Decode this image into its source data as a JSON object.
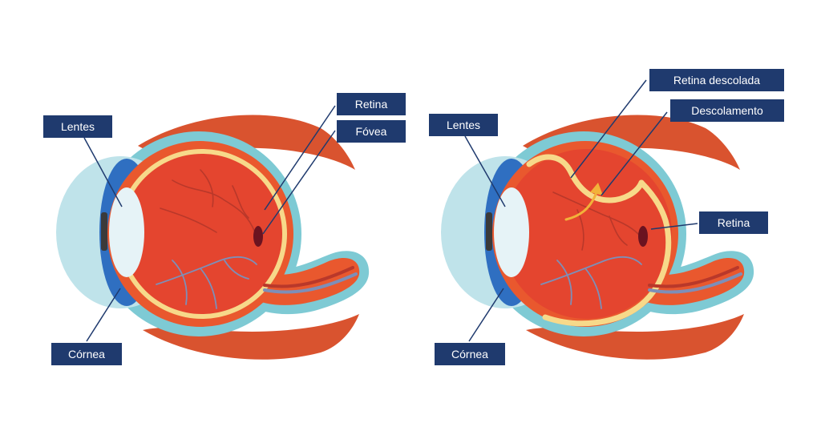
{
  "colors": {
    "label_bg": "#1f3a6e",
    "label_text": "#ffffff",
    "leader_line": "#1f3a6e",
    "sclera": "#7ecad4",
    "sclera_inner": "#bfe3ea",
    "choroid": "#e9582e",
    "vitreous": "#e4452f",
    "retina": "#f7d98a",
    "muscle": "#d9532f",
    "lens": "#e6f3f7",
    "cornea": "#2f6fc1",
    "vessels_red": "#b9382a",
    "vessels_blue": "#7d8fb8",
    "fovea": "#6b1320",
    "arrow": "#f2b23a"
  },
  "normal_eye": {
    "labels": {
      "lens": "Lentes",
      "cornea": "Córnea",
      "retina": "Retina",
      "fovea": "Fóvea"
    }
  },
  "detached_eye": {
    "labels": {
      "lens": "Lentes",
      "cornea": "Córnea",
      "detached_retina": "Retina descolada",
      "detachment": "Descolamento",
      "retina": "Retina"
    }
  }
}
